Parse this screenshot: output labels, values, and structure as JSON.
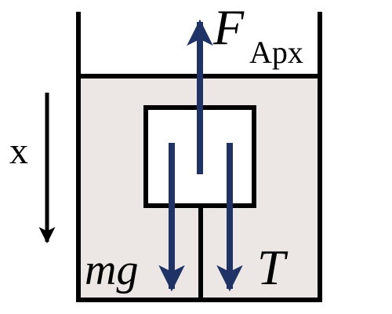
{
  "forces": {
    "buoyancy": {
      "symbol": "F",
      "subscript": "Apx"
    },
    "gravity": {
      "label": "mg"
    },
    "tension": {
      "label": "T"
    }
  },
  "axis": {
    "label": "x"
  },
  "colors": {
    "force_arrow": "#1f3366",
    "outline": "#000000",
    "fluid": "#ece6e4",
    "background": "#ffffff"
  }
}
